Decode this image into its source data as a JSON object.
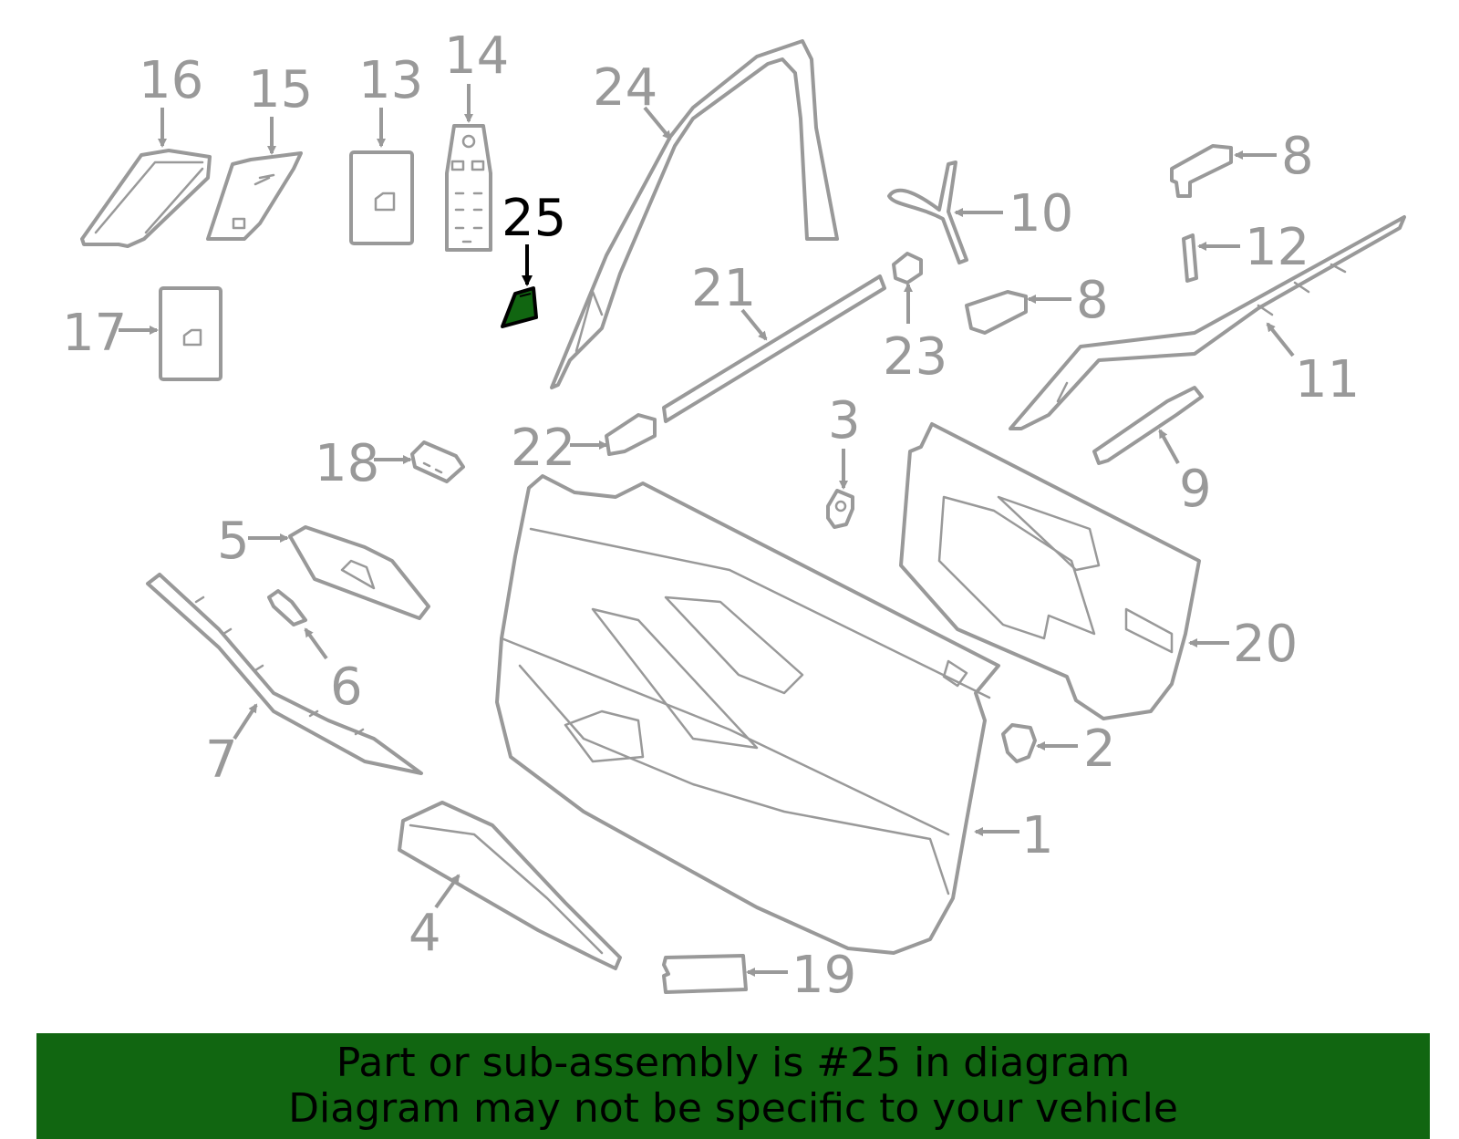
{
  "diagram": {
    "highlight_part": "25",
    "highlight_color": "#116611",
    "labels": [
      "1",
      "2",
      "3",
      "4",
      "5",
      "6",
      "7",
      "8",
      "8",
      "9",
      "10",
      "11",
      "12",
      "13",
      "14",
      "15",
      "16",
      "17",
      "18",
      "19",
      "20",
      "21",
      "22",
      "23",
      "24",
      "25"
    ]
  },
  "banner": {
    "line1": "Part or sub-assembly is #25 in diagram",
    "line2": "Diagram may not be specific to your vehicle",
    "background": "#116611"
  }
}
